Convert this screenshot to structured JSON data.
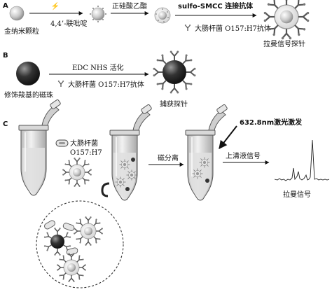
{
  "panels": {
    "a": {
      "label": "A",
      "gold_np_label": "金纳米颗粒",
      "bipyridine_label": "4,4’-联吡啶",
      "teos_label": "正硅酸乙酯",
      "smcc_label": "sulfo-SMCC 连接抗体",
      "antibody_label": "大肠杆菌 O157:H7抗体",
      "raman_probe_label": "拉曼信号探针"
    },
    "b": {
      "label": "B",
      "bead_label": "修饰羧基的磁珠",
      "edc_label": "EDC NHS 活化",
      "antibody_label": "大肠杆菌 O157:H7抗体",
      "capture_probe_label": "捕获探针"
    },
    "c": {
      "label": "C",
      "ecoli_label_1": "大肠杆菌",
      "ecoli_label_2": "O157:H7",
      "magnetic_sep_label": "磁分离",
      "laser_label": "632.8nm激光激发",
      "supernatant_label": "上清液信号",
      "raman_signal_label": "拉曼信号"
    }
  },
  "colors": {
    "gold_np": "#c8c8c8",
    "magnetic_bead": "#2a2a2a",
    "liquid": "#e3e3e3",
    "antibody": "#8c8c8c"
  }
}
